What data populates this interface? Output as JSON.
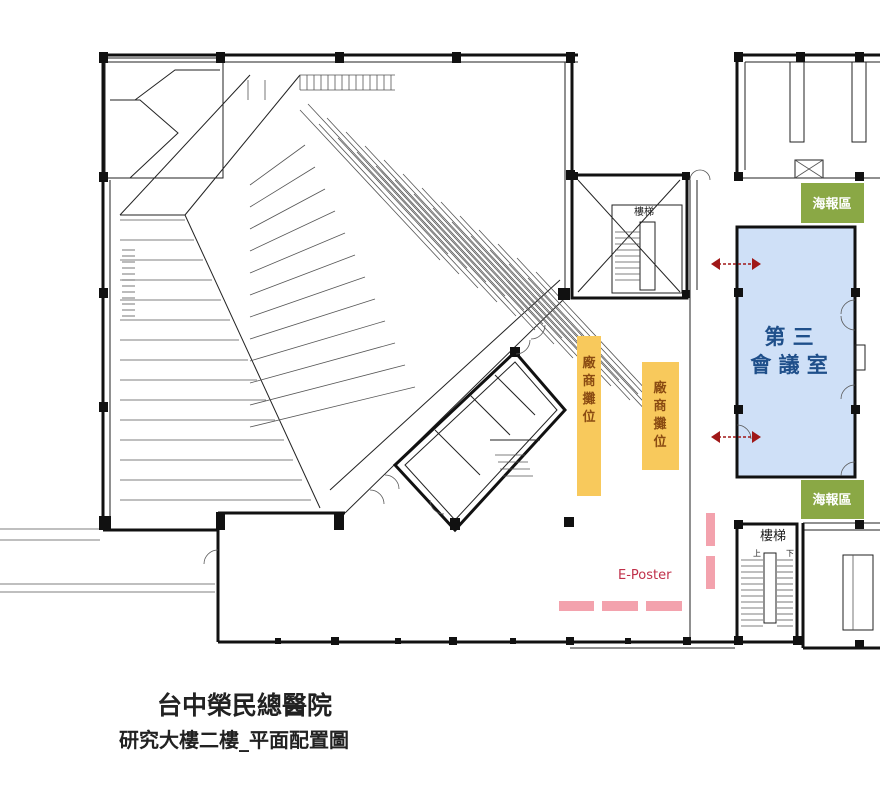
{
  "map": {
    "stair_label_top": "樓梯",
    "stair_label_right": "樓梯",
    "stair_up": "上",
    "stair_down": "下",
    "poster_area_label": "海報區",
    "meeting_room_line1": "第 三",
    "meeting_room_line2": "會 議 室",
    "vendor_booth_label": "廠商攤位",
    "eposter_label": "E-Poster",
    "colors": {
      "meeting_room_fill": "#cfe0f7",
      "meeting_room_text": "#1f4f8a",
      "poster_area_fill": "#8aa845",
      "vendor_booth_fill": "#f8c95c",
      "vendor_booth_text": "#8a4b12",
      "eposter_fill": "#f3a2ad",
      "eposter_text": "#c0304a",
      "arrow_color": "#a01818"
    }
  },
  "caption": {
    "line1": "台中榮民總醫院",
    "line2": "研究大樓二樓_平面配置圖"
  }
}
